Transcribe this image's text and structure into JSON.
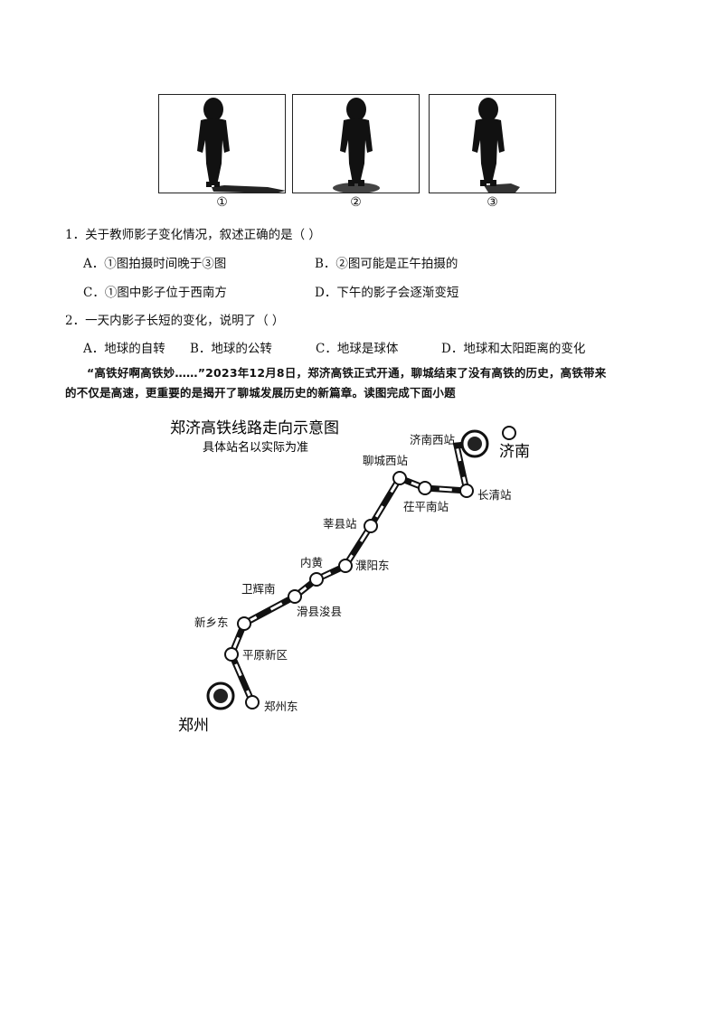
{
  "photos": {
    "captions": [
      "①",
      "②",
      "③"
    ]
  },
  "question1": {
    "stem": "1．关于教师影子变化情况，叙述正确的是（    ）",
    "options": {
      "A": "A．①图拍摄时间晚于③图",
      "B": "B．②图可能是正午拍摄的",
      "C": "C．①图中影子位于西南方",
      "D": "D．下午的影子会逐渐变短"
    }
  },
  "question2": {
    "stem": "2．一天内影子长短的变化，说明了（    ）",
    "options": {
      "A": "A．地球的自转",
      "B": "B．地球的公转",
      "C": "C．地球是球体",
      "D": "D．地球和太阳距离的变化"
    }
  },
  "passage": {
    "line1": "“高铁好啊高铁妙……”2023年12月8日，郑济高铁正式开通，聊城结束了没有高铁的历史，高铁带来",
    "line2": "的不仅是高速，更重要的是揭开了聊城发展历史的新篇章。读图完成下面小题"
  },
  "map": {
    "title": "郑济高铁线路走向示意图",
    "subtitle": "具体站名以实际为准",
    "cities": [
      "济南",
      "郑州"
    ],
    "stations": [
      "济南西站",
      "长清站",
      "茌平南站",
      "聊城西站",
      "莘县站",
      "濮阳东",
      "内黄",
      "滑县浚县",
      "卫辉南",
      "新乡东",
      "平原新区",
      "郑州东"
    ]
  }
}
